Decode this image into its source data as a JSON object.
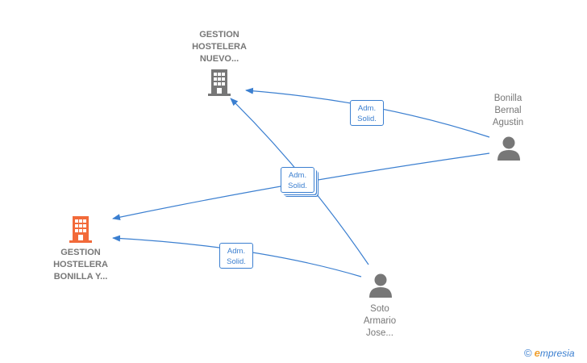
{
  "nodes": {
    "company_top": {
      "lines": [
        "GESTION",
        "HOSTELERA",
        "NUEVO..."
      ],
      "icon": "building-icon",
      "color": "#777777"
    },
    "company_left": {
      "lines": [
        "GESTION",
        "HOSTELERA",
        "BONILLA Y..."
      ],
      "icon": "building-icon",
      "color": "#f26a3a"
    },
    "person_right": {
      "lines": [
        "Bonilla",
        "Bernal",
        "Agustin"
      ],
      "icon": "person-icon",
      "color": "#777777"
    },
    "person_bottom": {
      "lines": [
        "Soto",
        "Armario",
        "Jose..."
      ],
      "icon": "person-icon",
      "color": "#777777"
    }
  },
  "edge_labels": {
    "right_to_top": [
      "Adm.",
      "Solid."
    ],
    "center_group": [
      "Adm.",
      "Solid."
    ],
    "bottom_to_left": [
      "Adm.",
      "Solid."
    ]
  },
  "edge_color": "#3b7fd0",
  "brand": {
    "copyright": "©",
    "initial": "e",
    "rest": "mpresia"
  }
}
